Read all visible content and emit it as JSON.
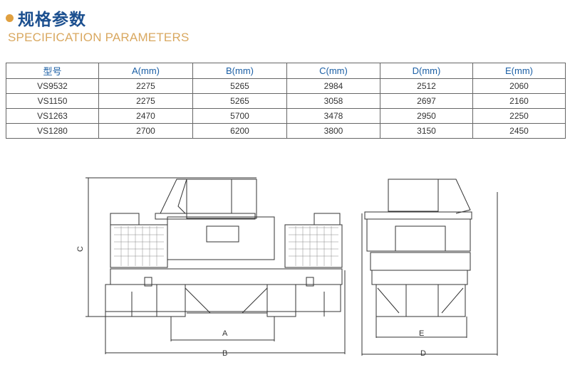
{
  "header": {
    "title": "规格参数",
    "subtitle": "SPECIFICATION PARAMETERS"
  },
  "table": {
    "headers": [
      "型号",
      "A(mm)",
      "B(mm)",
      "C(mm)",
      "D(mm)",
      "E(mm)"
    ],
    "rows": [
      [
        "VS9532",
        "2275",
        "5265",
        "2984",
        "2512",
        "2060"
      ],
      [
        "VS1150",
        "2275",
        "5265",
        "3058",
        "2697",
        "2160"
      ],
      [
        "VS1263",
        "2470",
        "5700",
        "3478",
        "2950",
        "2250"
      ],
      [
        "VS1280",
        "2700",
        "6200",
        "3800",
        "3150",
        "2450"
      ]
    ]
  },
  "drawing": {
    "labels": {
      "a": "A",
      "b": "B",
      "c": "C",
      "d": "D",
      "e": "E"
    }
  }
}
